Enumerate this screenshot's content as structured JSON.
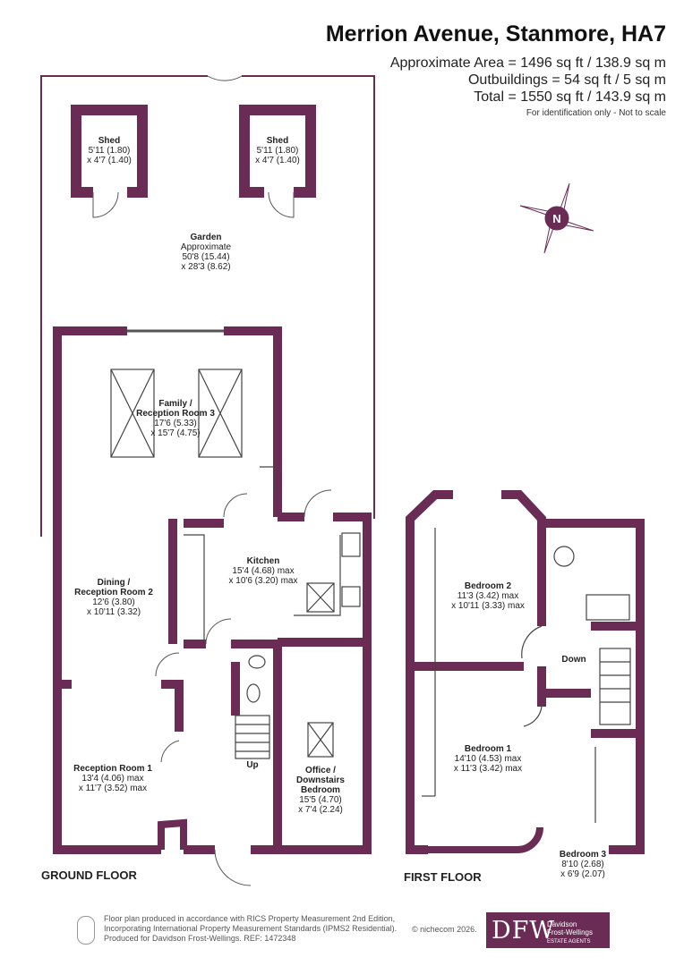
{
  "header": {
    "title": "Merrion Avenue, Stanmore, HA7",
    "area_line1": "Approximate Area = 1496 sq ft / 138.9 sq m",
    "area_line2": "Outbuildings = 54 sq ft / 5 sq m",
    "area_line3": "Total = 1550 sq ft / 143.9 sq m",
    "note": "For identification only - Not to scale"
  },
  "compass": {
    "label": "N"
  },
  "rooms": {
    "shed1": {
      "name": "Shed",
      "dim1": "5'11 (1.80)",
      "dim2": "x 4'7 (1.40)"
    },
    "shed2": {
      "name": "Shed",
      "dim1": "5'11 (1.80)",
      "dim2": "x 4'7 (1.40)"
    },
    "garden": {
      "name": "Garden",
      "sub": "Approximate",
      "dim1": "50'8 (15.44)",
      "dim2": "x 28'3 (8.62)"
    },
    "family": {
      "name1": "Family /",
      "name2": "Reception Room 3",
      "dim1": "17'6 (5.33)",
      "dim2": "x 15'7 (4.75)"
    },
    "kitchen": {
      "name": "Kitchen",
      "dim1": "15'4 (4.68) max",
      "dim2": "x 10'6 (3.20) max"
    },
    "dining": {
      "name1": "Dining /",
      "name2": "Reception Room 2",
      "dim1": "12'6 (3.80)",
      "dim2": "x 10'11 (3.32)"
    },
    "reception1": {
      "name": "Reception Room 1",
      "dim1": "13'4 (4.06) max",
      "dim2": "x 11'7 (3.52) max"
    },
    "office": {
      "name1": "Office /",
      "name2": "Downstairs",
      "name3": "Bedroom",
      "dim1": "15'5 (4.70)",
      "dim2": "x 7'4 (2.24)"
    },
    "bedroom2": {
      "name": "Bedroom 2",
      "dim1": "11'3 (3.42) max",
      "dim2": "x 10'11 (3.33) max"
    },
    "bedroom1": {
      "name": "Bedroom 1",
      "dim1": "14'10 (4.53) max",
      "dim2": "x 11'3 (3.42) max"
    },
    "bedroom3": {
      "name": "Bedroom 3",
      "dim1": "8'10 (2.68)",
      "dim2": "x 6'9 (2.07)"
    }
  },
  "stairs": {
    "up": "Up",
    "down": "Down"
  },
  "floors": {
    "ground": "GROUND FLOOR",
    "first": "FIRST FLOOR"
  },
  "footer": {
    "line1": "Floor plan produced in accordance with RICS Property Measurement 2nd Edition,",
    "line2": "Incorporating International Property Measurement Standards (IPMS2 Residential).",
    "copyright": "© nichecom 2026.",
    "line3": "Produced for Davidson Frost-Wellings.   REF:  1472348"
  },
  "logo": {
    "mark": "DFW",
    "line1": "Davidson",
    "line2": "Frost-Wellings",
    "line3": "ESTATE AGENTS"
  },
  "colors": {
    "wall": "#6a2c55",
    "text": "#222222"
  }
}
